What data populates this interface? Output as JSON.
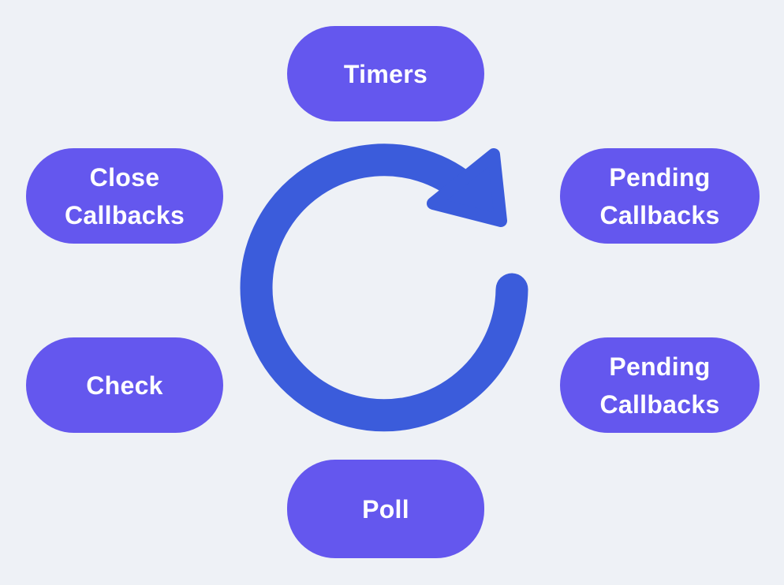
{
  "canvas": {
    "background": "#EEF1F6"
  },
  "colors": {
    "node_fill": "#6457EE",
    "node_text": "#FFFFFF",
    "arrow": "#3B5CDB"
  },
  "nodes": [
    {
      "id": "timers",
      "lines": [
        "Timers"
      ]
    },
    {
      "id": "close-callbacks",
      "lines": [
        "Close",
        "Callbacks"
      ]
    },
    {
      "id": "pending-callbacks-upper",
      "lines": [
        "Pending",
        "Callbacks"
      ]
    },
    {
      "id": "check",
      "lines": [
        "Check"
      ]
    },
    {
      "id": "pending-callbacks-lower",
      "lines": [
        "Pending",
        "Callbacks"
      ]
    },
    {
      "id": "poll",
      "lines": [
        "Poll"
      ]
    }
  ],
  "center_icon": {
    "name": "clockwise-cycle-arrow"
  }
}
